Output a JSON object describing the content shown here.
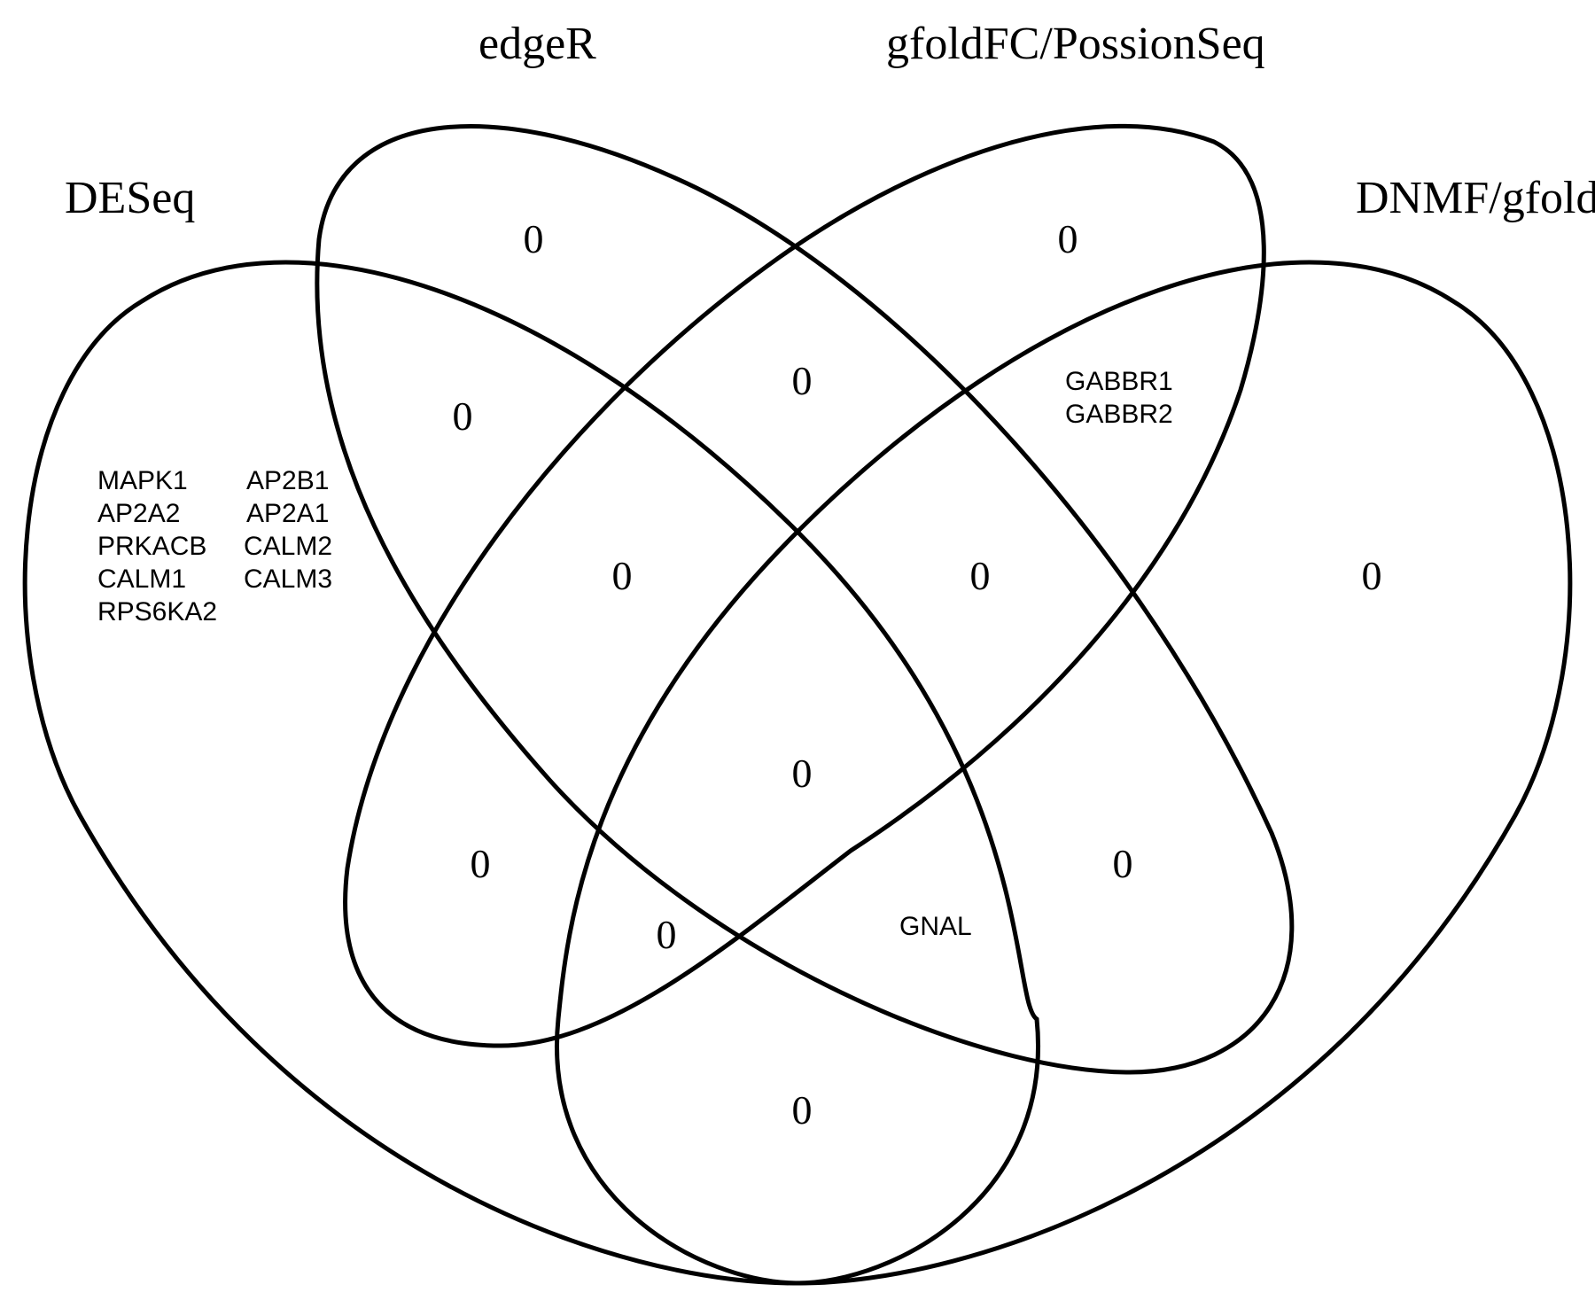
{
  "sets": {
    "deseq": "DESeq",
    "edger": "edgeR",
    "gfoldfc_possionseq": "gfoldFC/PossionSeq",
    "dnmf_gfold": "DNMF/gfold"
  },
  "regions": {
    "edger_only": "0",
    "gfoldfc_possionseq_only": "0",
    "deseq_edger": "0",
    "edger_gfoldfc": "0",
    "gfoldfc_dnmf": [
      "GABBR1",
      "GABBR2"
    ],
    "deseq_edger_gfoldfc": "0",
    "edger_gfoldfc_dnmf": "0",
    "dnmf_gfold_only": "0",
    "all_four": "0",
    "deseq_gfoldfc": "0",
    "edger_dnmf": "0",
    "deseq_gfoldfc_dnmf": "0",
    "deseq_edger_dnmf": [
      "GNAL"
    ],
    "deseq_dnmf": "0",
    "deseq_only": {
      "column_1": [
        "MAPK1",
        "AP2A2",
        "PRKACB",
        "CALM1",
        "RPS6KA2"
      ],
      "column_2": [
        "AP2B1",
        "AP2A1",
        "CALM2",
        "CALM3"
      ]
    }
  }
}
